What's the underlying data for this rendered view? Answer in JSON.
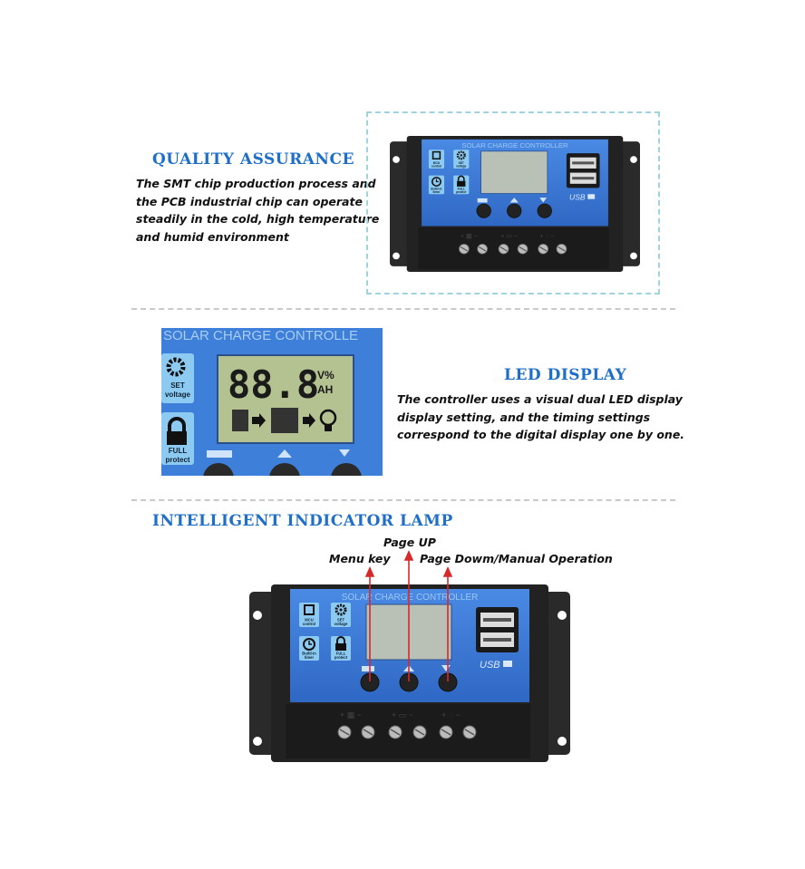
{
  "sections": {
    "quality": {
      "heading": "QUALITY ASSURANCE",
      "lines": [
        "The SMT chip production process and",
        "the PCB industrial chip can operate",
        "steadily in the cold, high temperature",
        "and humid environment"
      ]
    },
    "display": {
      "heading": "LED DISPLAY",
      "lines": [
        "The controller uses a visual dual LED display",
        "display setting, and the timing settings",
        "correspond to the digital display one by one."
      ]
    },
    "lamp": {
      "heading": "INTELLIGENT INDICATOR LAMP",
      "callouts": {
        "page_up": "Page UP",
        "menu_key": "Menu key",
        "page_down": "Page Dowm/Manual Operation"
      }
    }
  },
  "device": {
    "panel_title": "SOLAR CHARGE CONTROLLER",
    "panel_title_cropped": "SOLAR CHARGE CONTROLLE",
    "tiles": {
      "mcu": [
        "MCU",
        "control"
      ],
      "set": [
        "SET",
        "voltage"
      ],
      "timer": [
        "Build-in",
        "timer"
      ],
      "protect": [
        "FULL",
        "protect"
      ]
    },
    "usb_label": "USB",
    "lcd": {
      "digits": "88.8",
      "unit_top": "V%",
      "unit_bottom": "AH"
    }
  },
  "colors": {
    "heading": "#1f6fc9",
    "panel_blue": "#3a7ad6",
    "tile_blue": "#8ccaf2",
    "housing": "#222222",
    "lcd_gray": "#b9c1b6",
    "lcd_green": "#b4c190",
    "arrow_red": "#d62a2a"
  }
}
